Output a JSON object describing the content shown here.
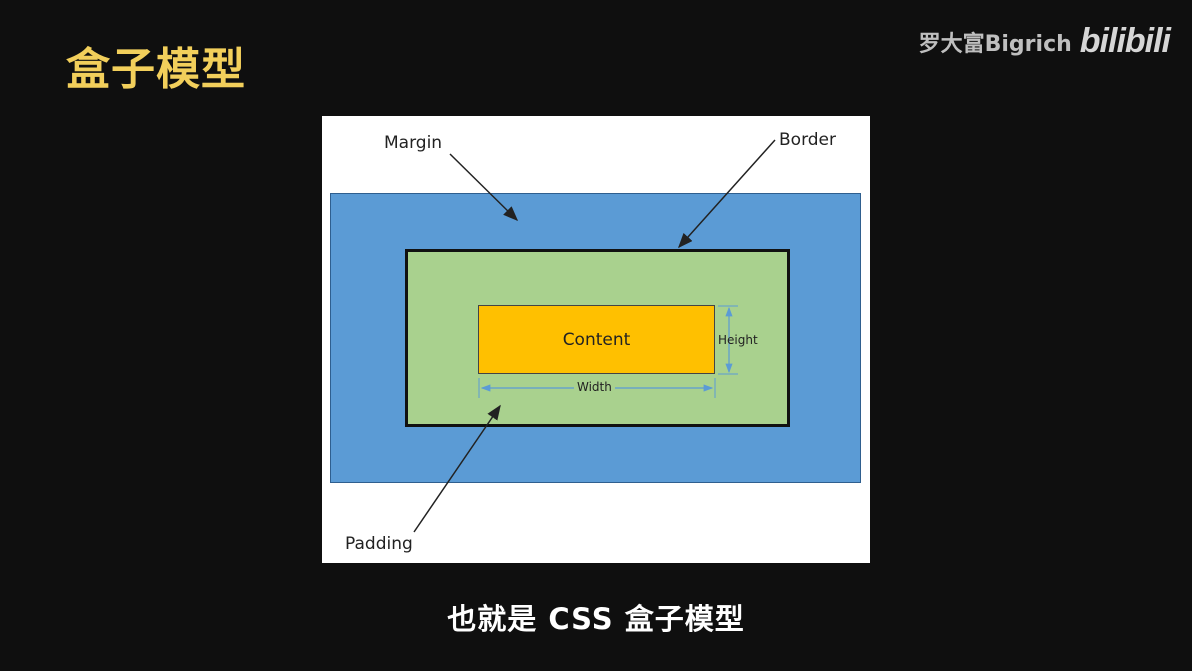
{
  "slide": {
    "title": "盒子模型",
    "subtitle": "也就是 CSS 盒子模型"
  },
  "watermark": {
    "creator": "罗大富Bigrich",
    "brand": "bilibili"
  },
  "diagram": {
    "labels": {
      "margin": "Margin",
      "border": "Border",
      "padding": "Padding",
      "content": "Content",
      "height": "Height",
      "width": "Width"
    },
    "colors": {
      "margin": "#5b9bd5",
      "padding": "#a9d18e",
      "content": "#ffc000",
      "border": "#111111",
      "dimension_arrows": "#5b9bd5"
    }
  },
  "colors": {
    "background": "#0f0f0f",
    "title": "#f2cf5b",
    "subtitle": "#ffffff"
  }
}
